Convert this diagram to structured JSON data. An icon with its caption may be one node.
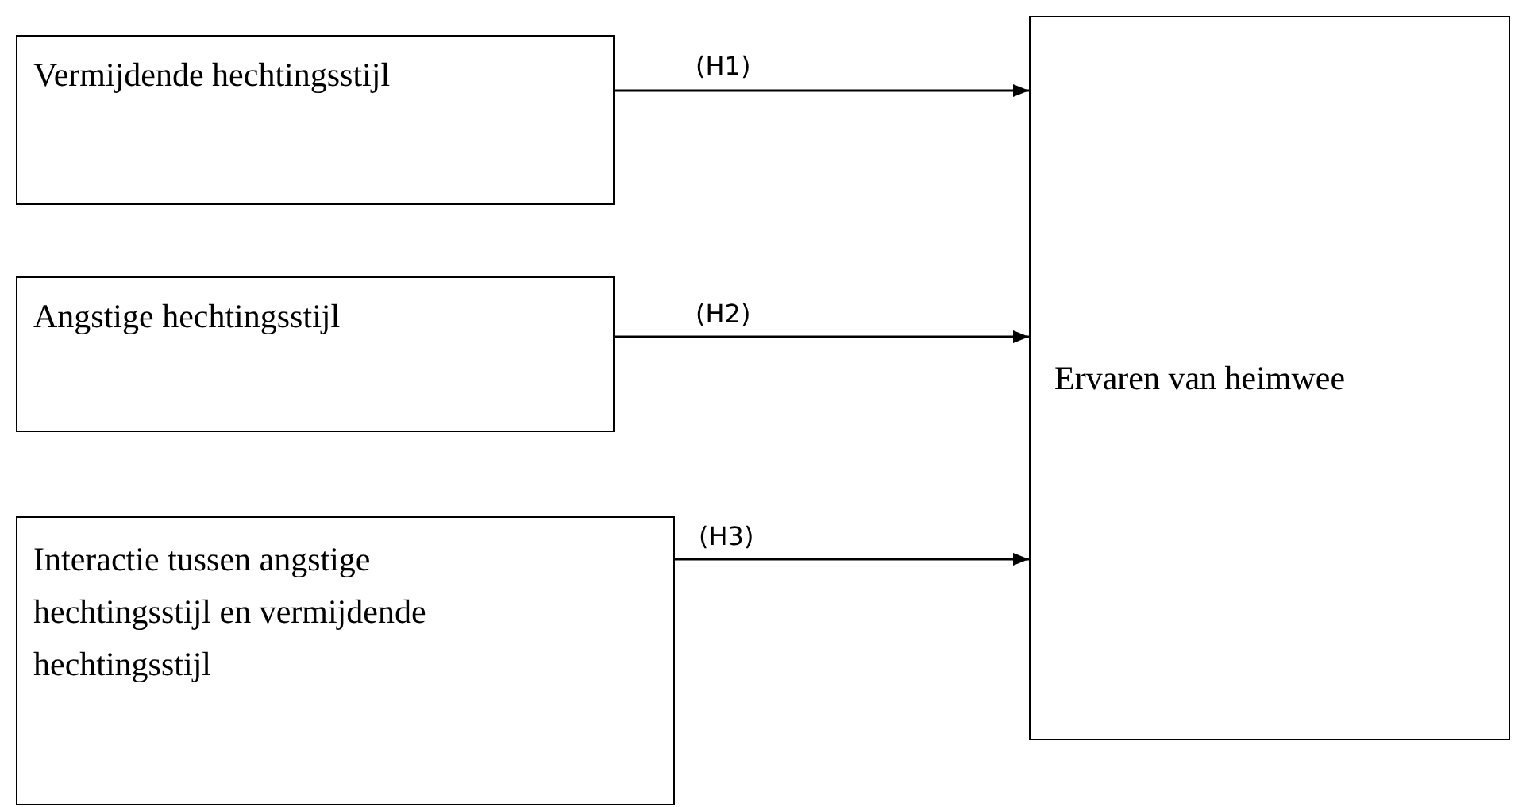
{
  "diagram": {
    "nodes": [
      {
        "text": [
          "Vermijdende hechtingsstijl"
        ]
      },
      {
        "text": [
          "Angstige hechtingsstijl"
        ]
      },
      {
        "text": [
          "Interactie tussen angstige hechtingsstijl en vermijdende hechtingsstijl"
        ]
      },
      {
        "text": [
          "Ervaren van heimwee"
        ]
      }
    ],
    "edges": [
      {
        "from": 0,
        "to": 3,
        "arrow": "to",
        "label": "(H1)"
      },
      {
        "from": 1,
        "to": 3,
        "arrow": "to",
        "label": "(H2)"
      },
      {
        "from": 2,
        "to": 3,
        "arrow": "to",
        "label": "(H3)"
      }
    ]
  }
}
